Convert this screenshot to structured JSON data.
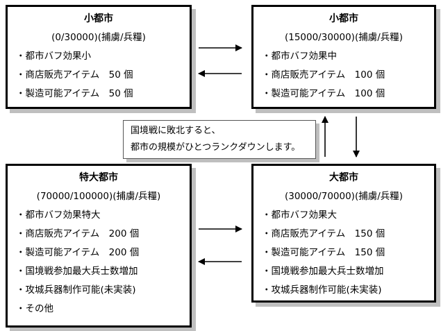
{
  "boxes": {
    "top_left": {
      "title": "小都市",
      "range": "(0/30000)(捕虜/兵糧)",
      "items": [
        "・都市バフ効果小",
        "・商店販売アイテム　50 個",
        "・製造可能アイテム　50 個"
      ]
    },
    "top_right": {
      "title": "小都市",
      "range": "(15000/30000)(捕虜/兵糧)",
      "items": [
        "・都市バフ効果中",
        "・商店販売アイテム　100 個",
        "・製造可能アイテム　100 個"
      ]
    },
    "bottom_left": {
      "title": "特大都市",
      "range": "(70000/100000)(捕虜/兵糧)",
      "items": [
        "・都市バフ効果特大",
        "・商店販売アイテム　200 個",
        "・製造可能アイテム　200 個",
        "・国境戦参加最大兵士数増加",
        "・攻城兵器制作可能(未実装)",
        "・その他"
      ]
    },
    "bottom_right": {
      "title": "大都市",
      "range": "(30000/70000)(捕虜/兵糧)",
      "items": [
        "・都市バフ効果大",
        "・商店販売アイテム　150 個",
        "・製造可能アイテム　150 個",
        "・国境戦参加最大兵士数増加",
        "・攻城兵器制作可能(未実装)"
      ]
    }
  },
  "note": {
    "line1": "国境戦に敗北すると、",
    "line2": "都市の規模がひとつランクダウンします。"
  }
}
